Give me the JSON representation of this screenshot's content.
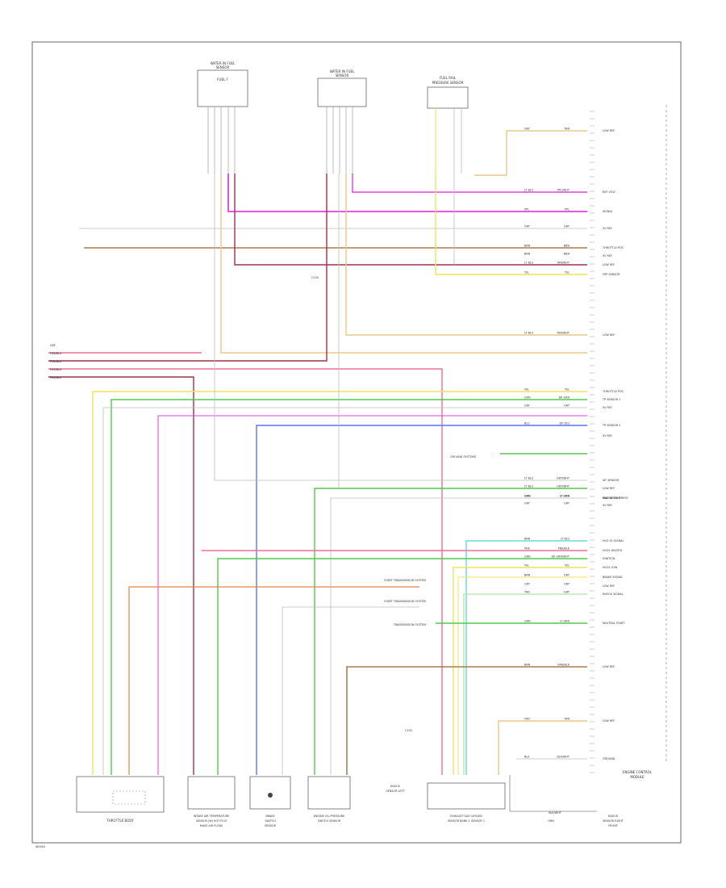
{
  "footer_code": "W0000",
  "components": {
    "top_left_sensor": {
      "lines": [
        "WATER IN FUEL",
        "SENSOR",
        "FUEL F"
      ]
    },
    "top_mid_sensor": {
      "lines": [
        "WATER IN FUEL",
        "SENSOR"
      ]
    },
    "top_right_sensor": {
      "lines": [
        "FUEL RAIL",
        "PRESSURE SENSOR"
      ]
    },
    "ecm": {
      "lines": [
        "ENGINE CONTROL",
        "MODULE"
      ]
    },
    "throttle_body": {
      "lines": [
        "THROTTLE BODY"
      ]
    },
    "intake_air_sensor": {
      "lines": [
        "INTAKE AIR TEMPERATURE",
        "SENSOR (W/ HOT FILM",
        "MASS AIR FLOW)"
      ]
    },
    "brake_switch": {
      "lines": [
        "BRAKE",
        "SWITCH",
        "SENSOR"
      ]
    },
    "oil_pressure_switch": {
      "lines": [
        "ENGINE OIL PRESSURE",
        "SWITCH SENSOR"
      ]
    },
    "knock_sensor": {
      "lines": [
        "KNOCK",
        "SENSOR LEFT"
      ]
    },
    "exhaust_sensor": {
      "lines": [
        "EXHAUST GAS OXYGEN",
        "SENSOR BANK 1 SENSOR 1"
      ]
    },
    "right_sensor": {
      "lines": [
        "KNOCK",
        "SENSOR RIGHT",
        "FRONT"
      ]
    }
  },
  "notes": {
    "ground_note": "GROUND SYSTEMS",
    "start_trans_1": "START TRANSMISSION SYSTEM",
    "start_trans_2": "START TRANSMISSION SYSTEM",
    "trans_system": "TRANSMISSION SYSTEM",
    "grn_label": "GRN",
    "bottom_cable": "BLK/WHT",
    "mid_label": "C100",
    "low_label": "C100"
  },
  "left_wires": [
    {
      "code": "GRY"
    },
    {
      "code": "PNK/BLK"
    },
    {
      "code": "PNK/BLK"
    },
    {
      "code": "PNK/BLK"
    },
    {
      "code": "PNK/BLK"
    }
  ],
  "ecm_pins": [
    {
      "code": "GRY",
      "color": "TAN",
      "label": "LOW REF"
    },
    {
      "code": "LT BLU",
      "color": "PPL/WHT",
      "label": "REF VOLT"
    },
    {
      "code": "PPL",
      "color": "PPL",
      "label": "SIGNAL"
    },
    {
      "code": "GRY",
      "color": "GRY",
      "label": "5V REF"
    },
    {
      "code": "BRN",
      "color": "BRN",
      "label": "THROTTLE POS"
    },
    {
      "code": "BRN",
      "color": "BRN",
      "label": "5V REF"
    },
    {
      "code": "YEL",
      "color": "YEL",
      "label": "FRP SENSOR"
    },
    {
      "code": "LT BLU",
      "color": "TAN/WHT",
      "label": "LOW REF"
    },
    {
      "code": "LT BLU",
      "color": "TAN/WHT",
      "label": "LOW REF"
    },
    {
      "code": "YEL",
      "color": "YEL",
      "label": "THROTTLE POS"
    },
    {
      "code": "GRN",
      "color": "DK GRN",
      "label": "TP SENSOR 1"
    },
    {
      "code": "GRY",
      "color": "GRY",
      "label": "5V REF"
    },
    {
      "code": "BLU",
      "color": "DK BLU",
      "label": "TP SENSOR 2"
    },
    {
      "code": "",
      "color": "",
      "label": "5V REF"
    },
    {
      "code": "GRN",
      "color": "LT GRN",
      "label": "ENGINE OIL PRESS"
    },
    {
      "code": "LT BLU",
      "color": "GRY/WHT",
      "label": "IAT SENSOR"
    },
    {
      "code": "LT BLU",
      "color": "GRY/WHT",
      "label": "LOW REF"
    },
    {
      "code": "GRN",
      "color": "LT GRN",
      "label": "MAF SENSOR"
    },
    {
      "code": "GRY",
      "color": "GRY",
      "label": "5V REF"
    },
    {
      "code": "BRN",
      "color": "LT BLU",
      "label": "HO2 S1 SIGNAL"
    },
    {
      "code": "PNK",
      "color": "PNK/BLK",
      "label": "HO2S HEATER"
    },
    {
      "code": "GRN",
      "color": "DK GRN/WHT",
      "label": "IGNITION"
    },
    {
      "code": "YEL",
      "color": "YEL",
      "label": "HO2S LOW"
    },
    {
      "code": "BRN",
      "color": "GRY",
      "label": "BRAKE SIGNAL"
    },
    {
      "code": "GRY",
      "color": "GRY",
      "label": "LOW REF"
    },
    {
      "code": "TAN",
      "color": "GRY",
      "label": "KNOCK SIGNAL"
    },
    {
      "code": "GRN",
      "color": "LT GRN",
      "label": "NEUTRAL START"
    },
    {
      "code": "BRN",
      "color": "ORN/BLK",
      "label": "LOW REF"
    },
    {
      "code": "TAN",
      "color": "TAN",
      "label": "LOW REF"
    },
    {
      "code": "BLK",
      "color": "BLK/WHT",
      "label": "GROUND"
    }
  ],
  "colors": {
    "frame": "#666666",
    "yellow": "#f2e25a",
    "tan": "#e8c98a",
    "magenta": "#e040e0",
    "pink": "#f07090",
    "brown": "#a87d4c",
    "darkred": "#a0304a",
    "green": "#52c84a",
    "lightgreen": "#9fe08a",
    "blue": "#5577ff",
    "cyan": "#66dddd",
    "gray": "#bbbbbb",
    "orange": "#e08844",
    "lightpink": "#f5a0c8"
  }
}
